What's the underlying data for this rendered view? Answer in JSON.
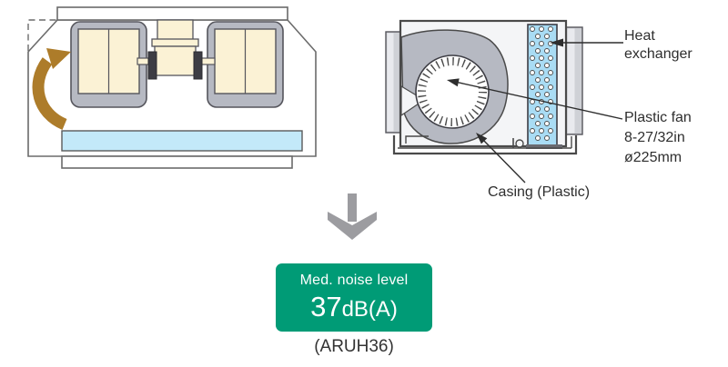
{
  "labels": {
    "heat_exchanger": "Heat exchanger",
    "plastic_fan": [
      "Plastic fan",
      "8-27/32in",
      "ø225mm"
    ],
    "casing": "Casing (Plastic)"
  },
  "noise_badge": {
    "title": "Med. noise level",
    "value": "37",
    "unit": "dB(A)"
  },
  "model": "(ARUH36)",
  "colors": {
    "badge_green": "#009B76",
    "heat_exchanger_blue": "#A9DCF4",
    "coil_blue": "#C3E9F9",
    "airflow_brown": "#AD7C2A",
    "casing_gray": "#B6B9C2",
    "cream": "#FBF2D5",
    "down_arrow_gray": "#9C9CA0",
    "outline": "#4A4A4A",
    "text": "#2E2E2E"
  }
}
